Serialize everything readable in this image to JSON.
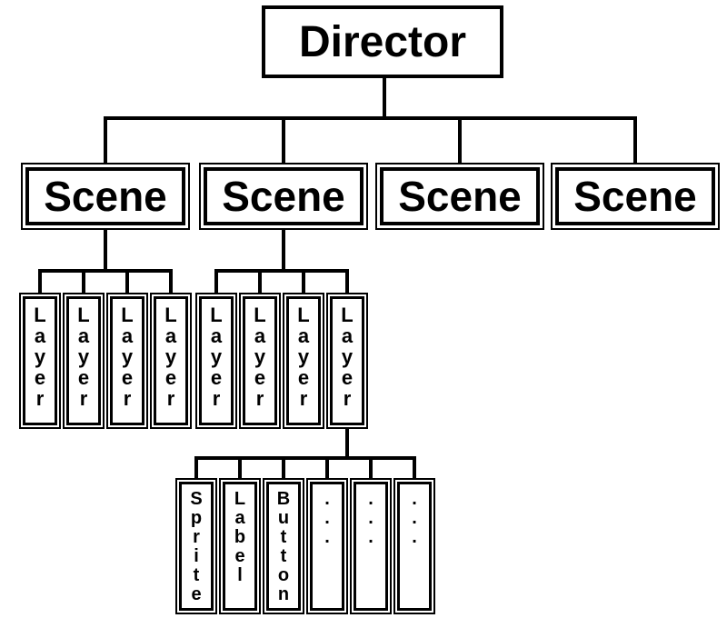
{
  "diagram": {
    "root": {
      "label": "Director"
    },
    "scenes": [
      {
        "label": "Scene"
      },
      {
        "label": "Scene"
      },
      {
        "label": "Scene"
      },
      {
        "label": "Scene"
      }
    ],
    "layer_groups": [
      {
        "parent_scene": 0,
        "layers": [
          "Layer",
          "Layer",
          "Layer",
          "Layer"
        ]
      },
      {
        "parent_scene": 1,
        "layers": [
          "Layer",
          "Layer",
          "Layer",
          "Layer"
        ]
      }
    ],
    "node_group": {
      "parent_layer": "group 2, layer 4",
      "nodes": [
        "Sprite",
        "Label",
        "Button",
        "...",
        "...",
        "..."
      ]
    },
    "colors": {
      "stroke": "#000000",
      "fill": "#ffffff"
    }
  }
}
